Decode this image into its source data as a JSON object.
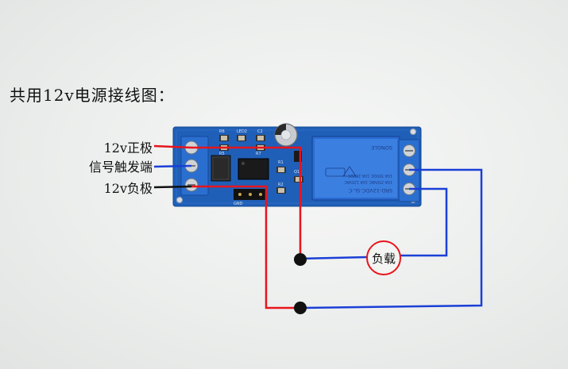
{
  "title": "共用12v电源接线图：",
  "labels": {
    "positive": "12v正极",
    "signal": "信号触发端",
    "negative": "12v负极"
  },
  "load": "负载",
  "board_silkscreen": {
    "r6": "R6",
    "led2": "LED2",
    "c2": "C2",
    "r5": "R5",
    "r7": "R7",
    "r1": "R1",
    "r2": "R2",
    "q1": "Q1",
    "gnd": "GND"
  },
  "relay": {
    "model": "SRD-12VDC-SL-C",
    "rating_1": "10A 250VAC  10A 125VAC",
    "rating_2": "10A 30VDC  10A 28VDC",
    "brand": "SONGLE"
  },
  "colors": {
    "wire_positive": "#e8141c",
    "wire_signal": "#1a3fd6",
    "wire_negative": "#111111",
    "pcb": "#1f5fb8",
    "relay_body": "#2a6bd4"
  }
}
